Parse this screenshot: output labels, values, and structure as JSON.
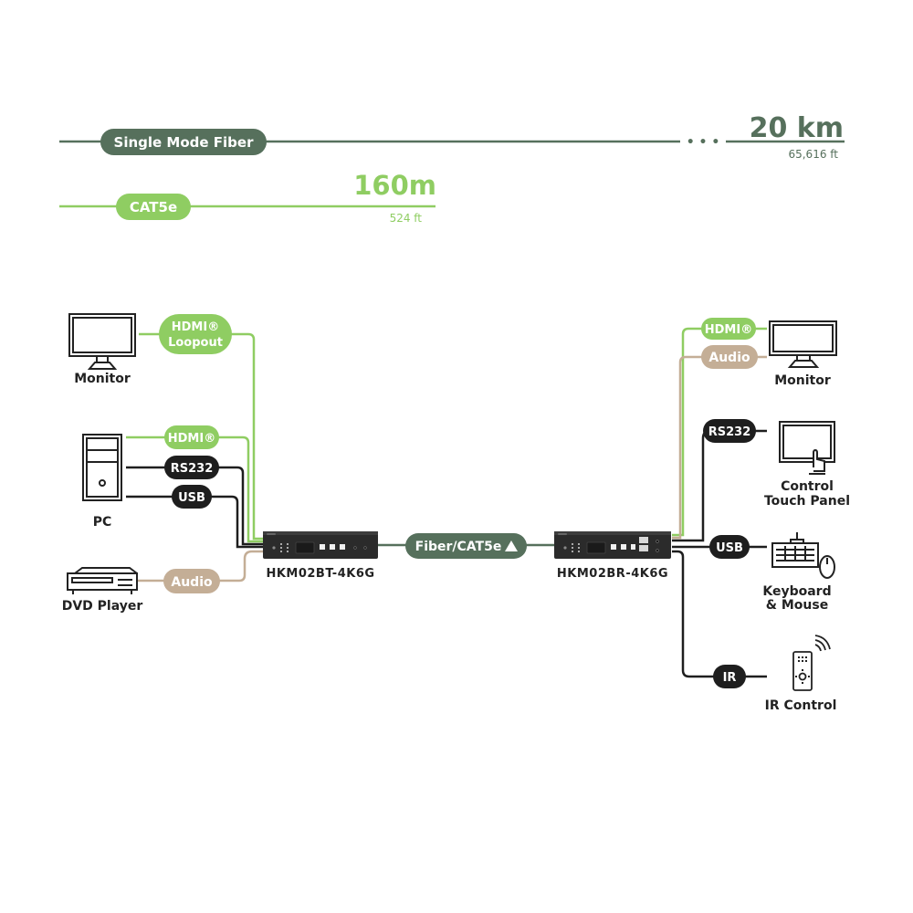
{
  "colors": {
    "fiber": "#56705c",
    "cat5e": "#8fcd62",
    "hdmi": "#8fcd62",
    "audio": "#c4ae96",
    "black": "#1e1e1e",
    "device": "#2b2b2b"
  },
  "distance": {
    "fiber": {
      "label": "Single Mode Fiber",
      "distance": "20 km",
      "distance_ft": "65,616 ft",
      "ellipsis": "• • •"
    },
    "cat5e": {
      "label": "CAT5e",
      "distance": "160m",
      "distance_ft": "524 ft"
    }
  },
  "transmitter": {
    "model": "HKM02BT-4K6G",
    "inputs": [
      {
        "device": "Monitor",
        "icon": "monitor-icon",
        "signal": "HDMI®\nLoopout",
        "signal_lines": [
          "HDMI®",
          "Loopout"
        ],
        "color": "hdmi"
      },
      {
        "device": "PC",
        "icon": "pc-tower-icon",
        "signals": [
          {
            "label": "HDMI®",
            "color": "hdmi"
          },
          {
            "label": "RS232",
            "color": "black"
          },
          {
            "label": "USB",
            "color": "black"
          }
        ]
      },
      {
        "device": "DVD Player",
        "icon": "dvd-player-icon",
        "signal": "Audio",
        "color": "audio"
      }
    ]
  },
  "link": {
    "label": "Fiber/CAT5e",
    "icon": "triangle-up-icon"
  },
  "receiver": {
    "model": "HKM02BR-4K6G",
    "outputs": [
      {
        "device": "Monitor",
        "icon": "monitor-icon",
        "signals": [
          {
            "label": "HDMI®",
            "color": "hdmi"
          },
          {
            "label": "Audio",
            "color": "audio"
          }
        ]
      },
      {
        "device_lines": [
          "Control",
          "Touch Panel"
        ],
        "icon": "touch-panel-icon",
        "signal": "RS232",
        "color": "black"
      },
      {
        "device_lines": [
          "Keyboard",
          "& Mouse"
        ],
        "icon": "keyboard-mouse-icon",
        "signal": "USB",
        "color": "black"
      },
      {
        "device": "IR Control",
        "icon": "ir-remote-icon",
        "signal": "IR",
        "color": "black"
      }
    ]
  }
}
